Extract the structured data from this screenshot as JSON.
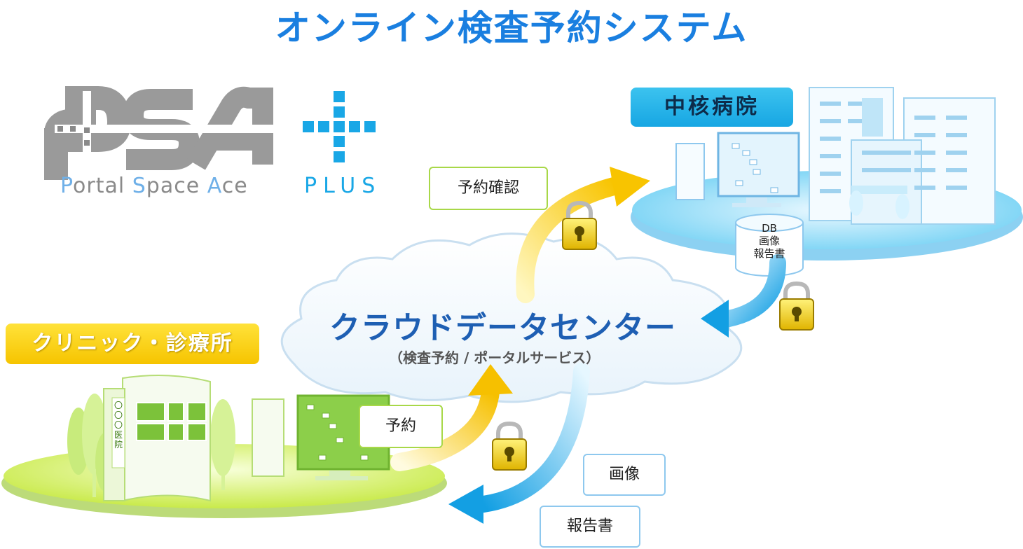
{
  "title": "オンライン検査予約システム",
  "logo": {
    "sub_words": [
      "P",
      "ortal ",
      "S",
      "pace ",
      "A",
      "ce"
    ],
    "plus": "PLUS"
  },
  "hospital_label": "中核病院",
  "clinic_label": "クリニック・診療所",
  "cloud": {
    "title": "クラウドデータセンター",
    "subtitle": "（検査予約 / ポータルサービス）"
  },
  "db_labels": [
    "DB",
    "画像",
    "報告書"
  ],
  "flow_labels": {
    "reservation_confirm": "予約確認",
    "reservation": "予約",
    "image": "画像",
    "report": "報告書"
  },
  "clinic_sign": "〇〇〇医院",
  "colors": {
    "title": "#1a7fe0",
    "yellow_arrow": "#f8c400",
    "blue_arrow": "#1aa3e6",
    "clinic_green": "#a8d848",
    "hospital_blue": "#3cc3ef"
  }
}
